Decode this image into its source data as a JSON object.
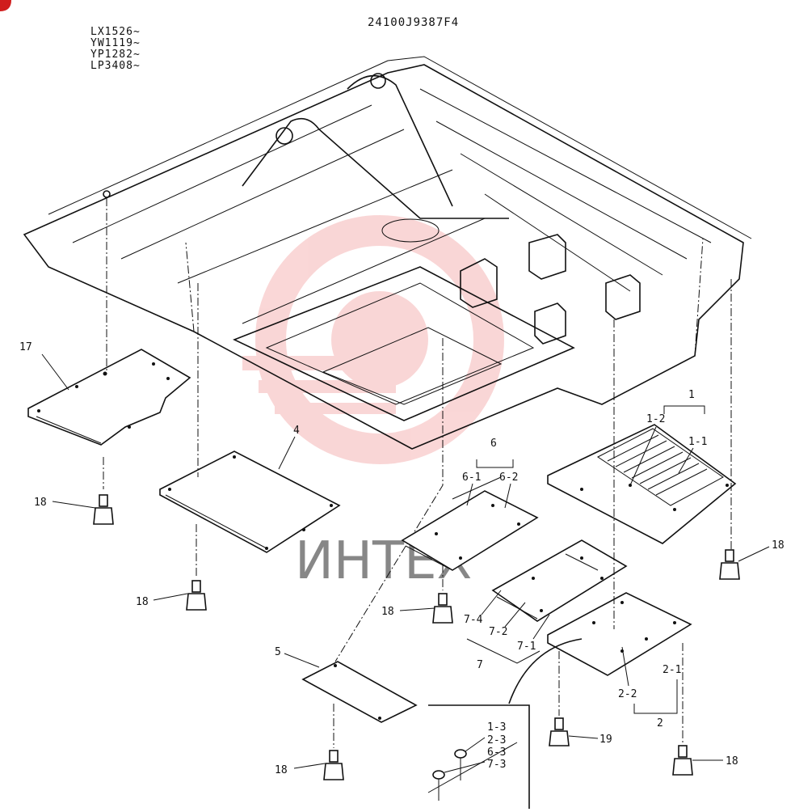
{
  "header": {
    "drawing_number": "24100J9387F4",
    "serial_ranges": [
      "LX1526~",
      "YW1119~",
      "YP1282~",
      "LP3408~"
    ]
  },
  "callouts": {
    "c1": "1",
    "c1_1": "1-1",
    "c1_2": "1-2",
    "c2": "2",
    "c2_1": "2-1",
    "c2_2": "2-2",
    "c4": "4",
    "c5": "5",
    "c6": "6",
    "c6_1": "6-1",
    "c6_2": "6-2",
    "c7": "7",
    "c7_1": "7-1",
    "c7_2": "7-2",
    "c7_4": "7-4",
    "c17": "17",
    "c18": "18",
    "c19": "19"
  },
  "detail_inset": {
    "labels": [
      "1-3",
      "2-3",
      "6-3",
      "7-3"
    ]
  },
  "watermark": {
    "text": "ИНТЕХ",
    "color": "#e84a4a"
  }
}
